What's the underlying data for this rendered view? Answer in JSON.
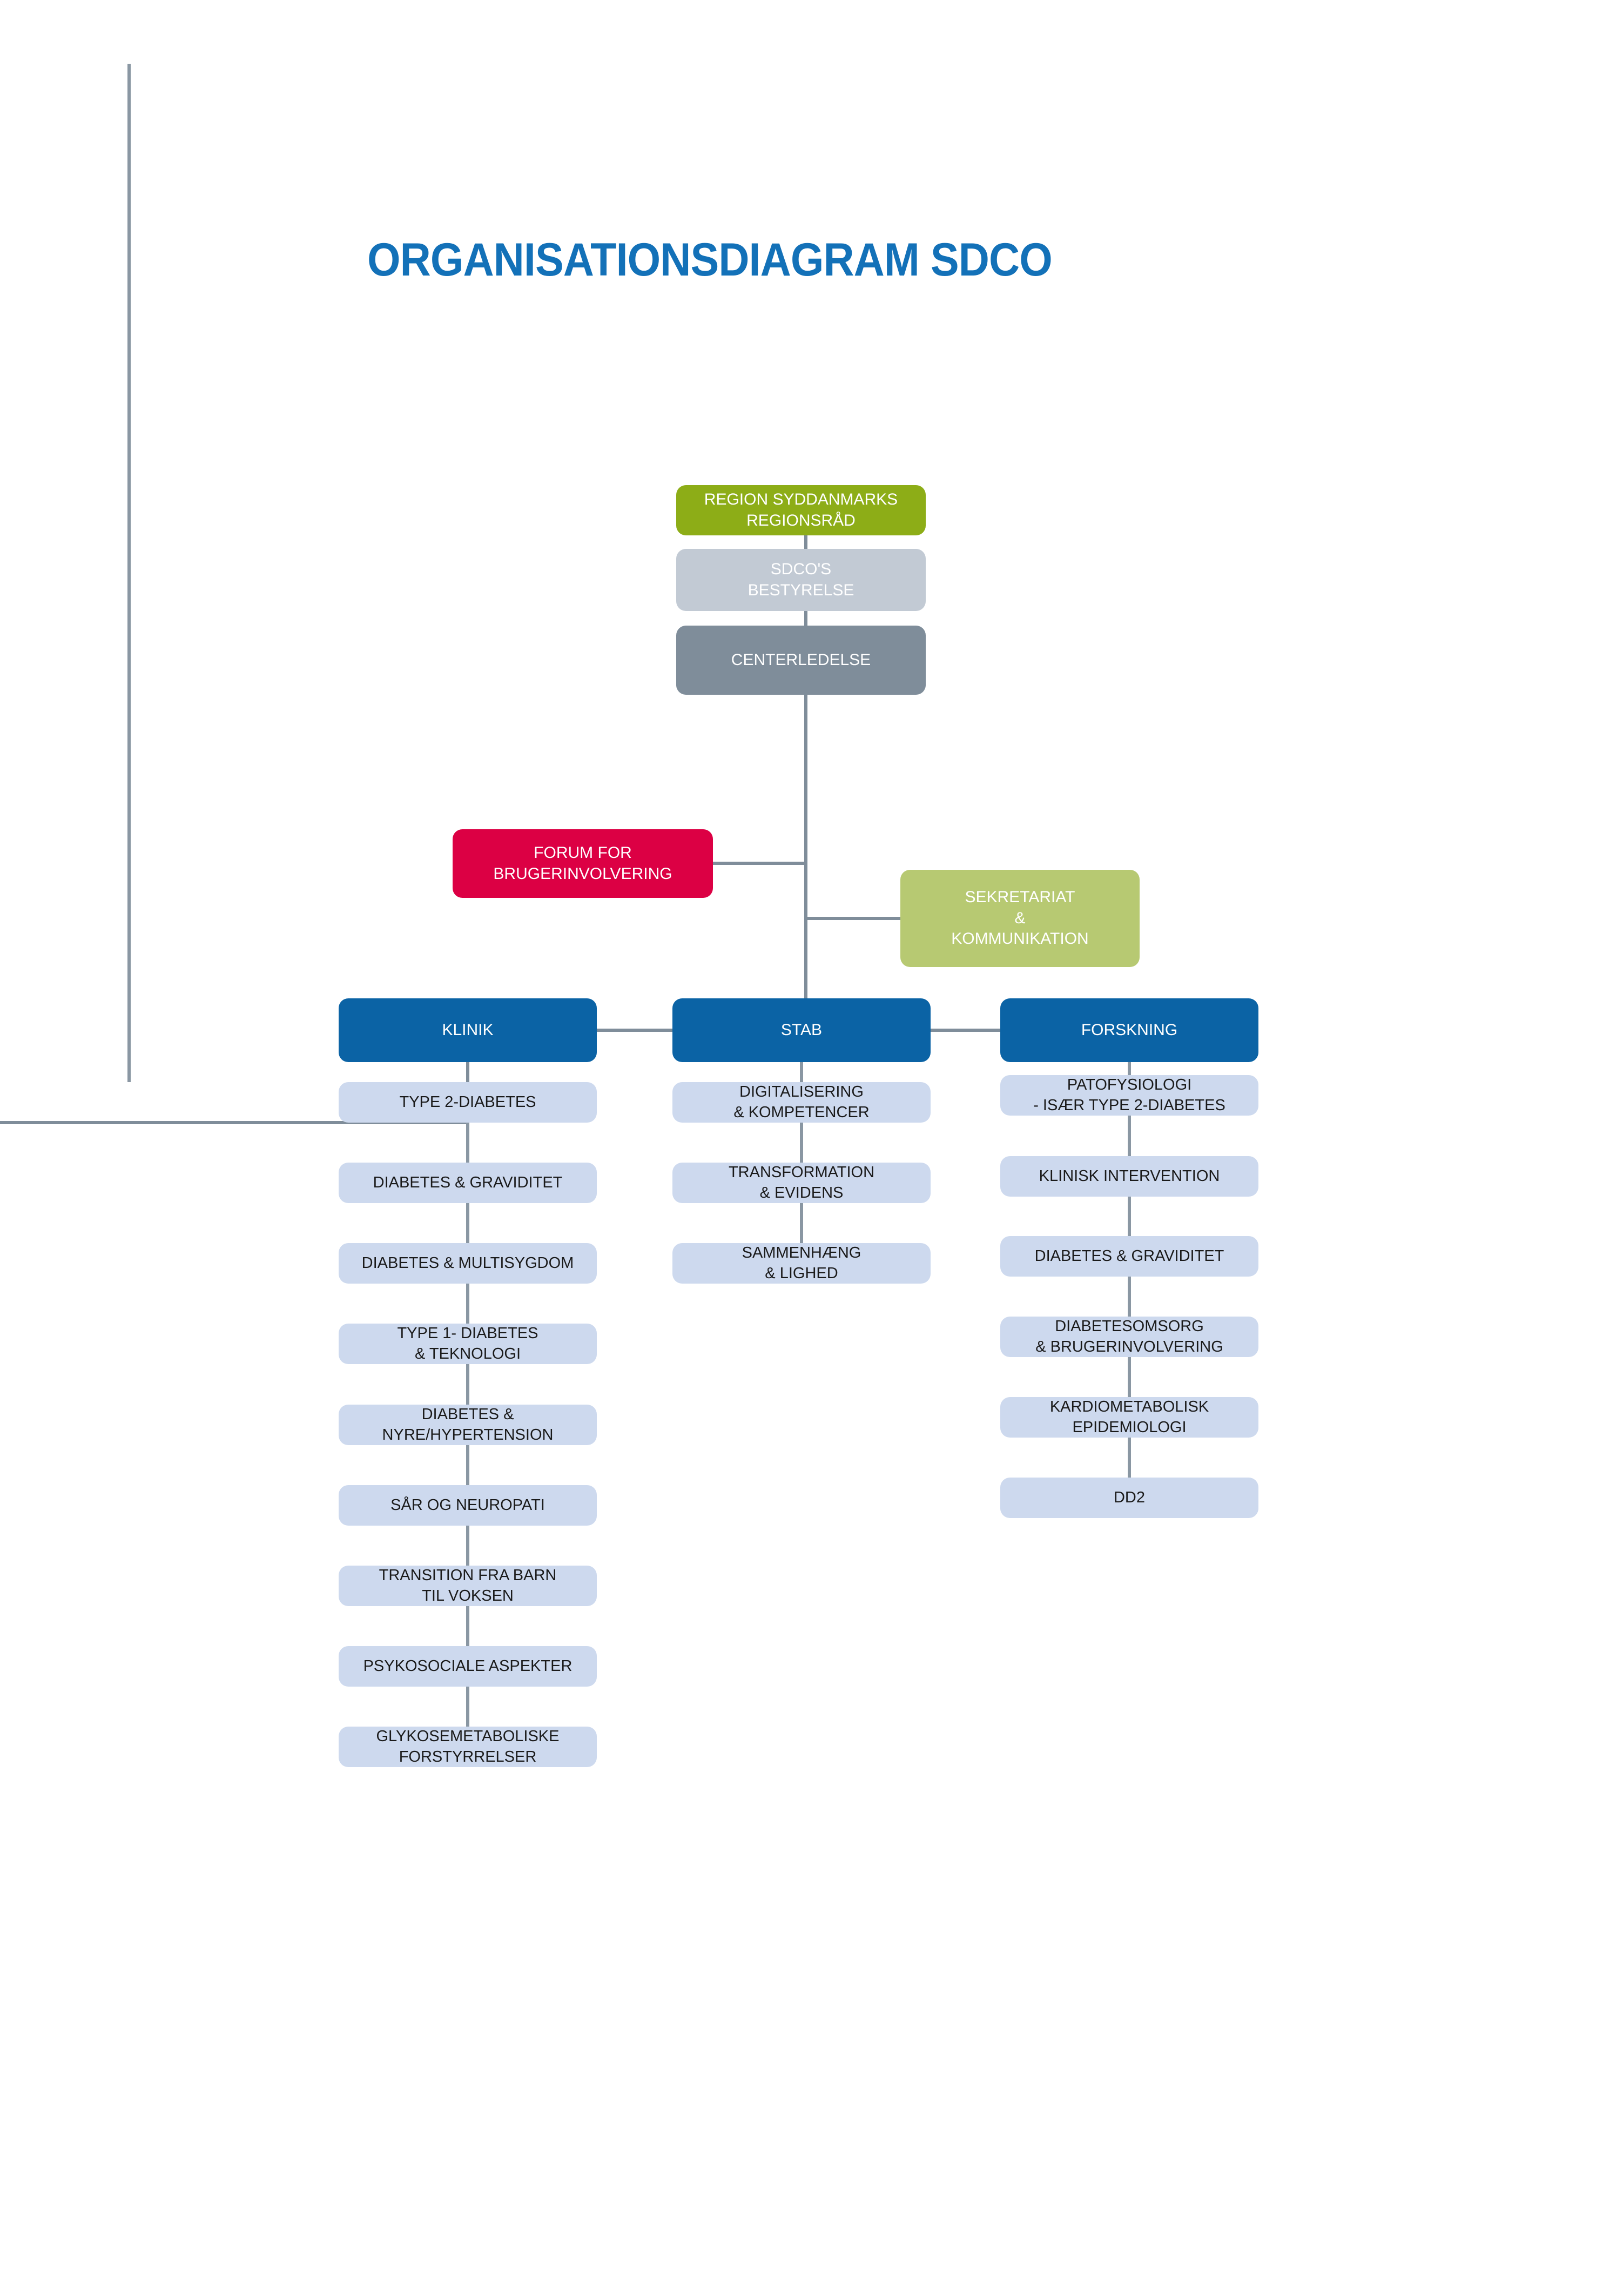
{
  "title": "ORGANISATIONSDIAGRAM SDCO",
  "colors": {
    "title_blue": "#1371B8",
    "green": "#8DAD17",
    "light_gray": "#C2CAD4",
    "dark_gray": "#7F8D9A",
    "pink": "#DC0044",
    "olive": "#B7C972",
    "blue": "#0B63A5",
    "item_blue": "#CDD9EE",
    "connector": "#7F8D9A"
  },
  "chart_data": {
    "type": "diagram",
    "title": "ORGANISATIONSDIAGRAM SDCO",
    "nodes": [
      {
        "id": "regionsraad",
        "label": "REGION SYDDANMARKS\nREGIONSRÅD",
        "level": 0,
        "style": "green"
      },
      {
        "id": "bestyrelse",
        "label": "SDCO'S\nBESTYRELSE",
        "level": 1,
        "style": "light_gray"
      },
      {
        "id": "centerledelse",
        "label": "CENTERLEDELSE",
        "level": 2,
        "style": "dark_gray"
      },
      {
        "id": "forum",
        "label": "FORUM FOR\nBRUGERINVOLVERING",
        "level": 3,
        "style": "pink"
      },
      {
        "id": "sekretariat",
        "label": "SEKRETARIAT\n&\nKOMMUNIKATION",
        "level": 3,
        "style": "olive"
      },
      {
        "id": "klinik",
        "label": "KLINIK",
        "level": 4,
        "style": "blue"
      },
      {
        "id": "stab",
        "label": "STAB",
        "level": 4,
        "style": "blue"
      },
      {
        "id": "forskning",
        "label": "FORSKNING",
        "level": 4,
        "style": "blue"
      }
    ],
    "edges": [
      [
        "regionsraad",
        "bestyrelse"
      ],
      [
        "bestyrelse",
        "centerledelse"
      ],
      [
        "centerledelse",
        "forum"
      ],
      [
        "centerledelse",
        "sekretariat"
      ],
      [
        "centerledelse",
        "stab"
      ],
      [
        "stab",
        "klinik"
      ],
      [
        "stab",
        "forskning"
      ]
    ]
  },
  "top": {
    "regionsraad": "REGION SYDDANMARKS\nREGIONSRÅD",
    "bestyrelse": "SDCO'S\nBESTYRELSE",
    "centerledelse": "CENTERLEDELSE"
  },
  "side": {
    "forum": "FORUM FOR\nBRUGERINVOLVERING",
    "sekretariat": "SEKRETARIAT\n&\nKOMMUNIKATION"
  },
  "columns": [
    {
      "header": "KLINIK",
      "items": [
        "TYPE 2-DIABETES",
        "DIABETES & GRAVIDITET",
        "DIABETES & MULTISYGDOM",
        "TYPE 1- DIABETES\n& TEKNOLOGI",
        "DIABETES &\nNYRE/HYPERTENSION",
        "SÅR OG NEUROPATI",
        "TRANSITION FRA BARN\nTIL VOKSEN",
        "PSYKOSOCIALE ASPEKTER",
        "GLYKOSEMETABOLISKE\nFORSTYRRELSER"
      ]
    },
    {
      "header": "STAB",
      "items": [
        "DIGITALISERING\n& KOMPETENCER",
        "TRANSFORMATION\n& EVIDENS",
        "SAMMENHÆNG\n& LIGHED"
      ]
    },
    {
      "header": "FORSKNING",
      "items": [
        "PATOFYSIOLOGI\n- ISÆR TYPE 2-DIABETES",
        "KLINISK INTERVENTION",
        "DIABETES & GRAVIDITET",
        "DIABETESOMSORG\n& BRUGERINVOLVERING",
        "KARDIOMETABOLISK\nEPIDEMIOLOGI",
        "DD2"
      ]
    }
  ]
}
